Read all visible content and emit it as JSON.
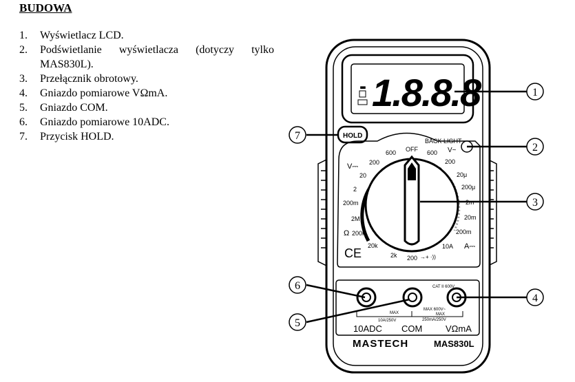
{
  "heading": "BUDOWA",
  "items": [
    {
      "num": "1.",
      "text": "Wyświetlacz LCD."
    },
    {
      "num": "2.",
      "text": "Podświetlanie wyświetlacza (dotyczy tylko",
      "text_cont": "MAS830L)."
    },
    {
      "num": "3.",
      "text": "Przełącznik  obrotowy."
    },
    {
      "num": "4.",
      "text": "Gniazdo pomiarowe VΩmA."
    },
    {
      "num": "5.",
      "text": "Gniazdo COM."
    },
    {
      "num": "6.",
      "text": "Gniazdo pomiarowe 10ADC."
    },
    {
      "num": "7.",
      "text": "Przycisk HOLD."
    }
  ],
  "device": {
    "lcd_digits": "1.8.8.8",
    "lcd_minus": "-",
    "hold_label": "HOLD",
    "backlight_label": "BACK LIGHT",
    "backlight_symbol": "V~",
    "dial_labels": {
      "off": "OFF",
      "v_dc_600": "600",
      "v_dc_200": "200",
      "v_dc_20": "20",
      "v_dc_2": "2",
      "v_dc_200m": "200m",
      "v_ac_600": "600",
      "v_ac_200": "200",
      "a_20u": "20μ",
      "a_200u": "200μ",
      "a_2m": "2m",
      "a_20m": "20m",
      "a_200m": "200m",
      "a_10a": "10A",
      "ohm_2m": "2M",
      "ohm_200k": "200k",
      "ohm_20k": "20k",
      "ohm_2k": "2k",
      "ohm_200": "200",
      "diode": "→+ ·))",
      "v_dc_symbol": "V⎓",
      "a_dc_symbol": "A⎓",
      "ohm_symbol": "Ω",
      "ce_mark": "CE"
    },
    "cat_rating": "CAT II 600V",
    "fuse_left": "10A/250V",
    "fuse_left_max": "MAX",
    "fuse_right_1": "MAX 600V~",
    "fuse_right_2": "MAX",
    "fuse_right_3": "250mA/250V",
    "jack_10a": "10ADC",
    "jack_com": "COM",
    "jack_vma": "VΩmA",
    "brand": "MASTECH",
    "model": "MAS830L"
  },
  "callouts": [
    "1",
    "2",
    "3",
    "4",
    "5",
    "6",
    "7"
  ]
}
